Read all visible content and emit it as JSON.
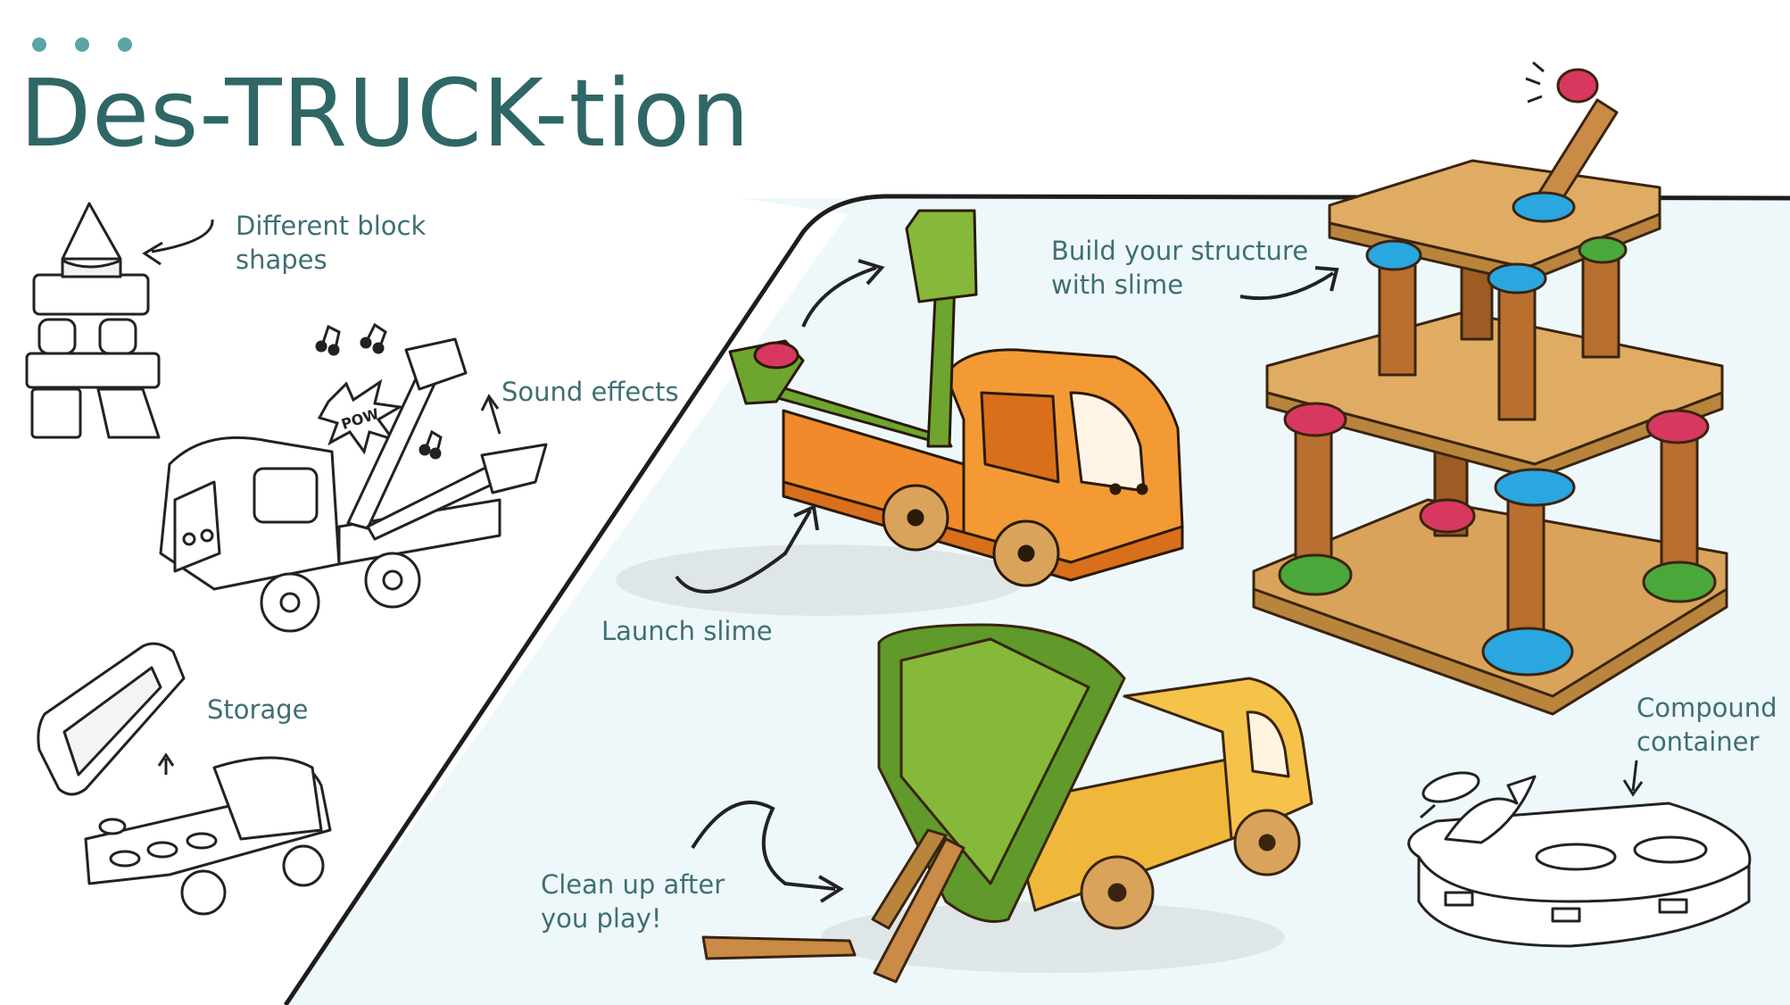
{
  "title": "Des-TRUCK-tion",
  "labels": {
    "block_shapes": [
      "Different block",
      "shapes"
    ],
    "sound_effects": "Sound effects",
    "storage": "Storage",
    "launch_slime": "Launch slime",
    "build_structure": [
      "Build your structure",
      "with slime"
    ],
    "compound_container": [
      "Compound",
      "container"
    ],
    "clean_up": [
      "Clean up after",
      "you play!"
    ]
  },
  "pow_text": "POW",
  "colors": {
    "title": "#2f6766",
    "label": "#3f6f73",
    "dots": "#5aa5a4",
    "table": "#eef8fa",
    "wood": "#d9a35b",
    "orange_truck": "#f08a2a",
    "yellow_truck": "#f0b83a",
    "green": "#6ea52e",
    "slime_blue": "#2aa6e0",
    "slime_pink": "#d8385f",
    "slime_green": "#4aa83a"
  }
}
